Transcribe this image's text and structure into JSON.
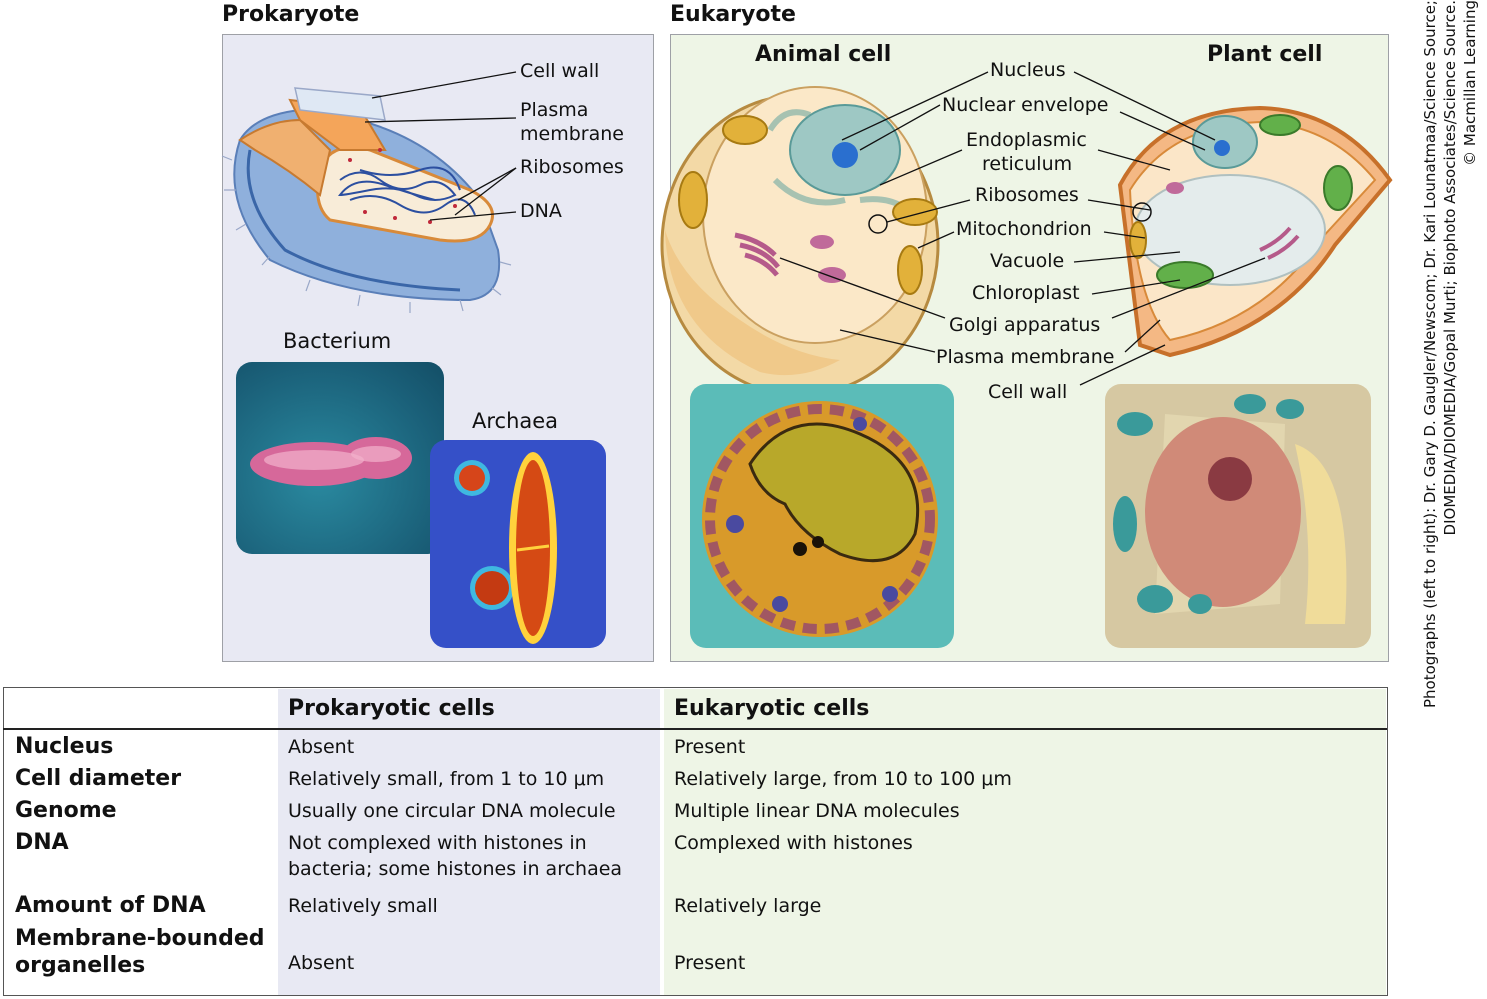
{
  "headings": {
    "prokaryote": "Prokaryote",
    "eukaryote": "Eukaryote",
    "animal_cell": "Animal cell",
    "plant_cell": "Plant cell"
  },
  "prokaryote_labels": {
    "cell_wall": "Cell wall",
    "plasma_membrane_1": "Plasma",
    "plasma_membrane_2": "membrane",
    "ribosomes": "Ribosomes",
    "dna": "DNA",
    "bacterium": "Bacterium",
    "archaea": "Archaea"
  },
  "eukaryote_labels": {
    "nucleus": "Nucleus",
    "nuclear_envelope": "Nuclear envelope",
    "er_1": "Endoplasmic",
    "er_2": "reticulum",
    "ribosomes": "Ribosomes",
    "mitochondrion": "Mitochondrion",
    "vacuole": "Vacuole",
    "chloroplast": "Chloroplast",
    "golgi": "Golgi apparatus",
    "plasma_membrane": "Plasma membrane",
    "cell_wall": "Cell wall"
  },
  "credit": {
    "line1": "Photographs (left to right): Dr. Gary D. Gaugler/Newscom; Dr. Kari Lounatmaa/Science Source;",
    "line2": "DIOMEDIA/DIOMEDIA/Gopal Murti; Biophoto Associates/Science Source.",
    "line3": "© Macmillan Learning"
  },
  "table": {
    "col_prokaryotic": "Prokaryotic cells",
    "col_eukaryotic": "Eukaryotic cells",
    "rows": [
      {
        "label": "Nucleus",
        "prokaryotic": "Absent",
        "eukaryotic": "Present"
      },
      {
        "label": "Cell diameter",
        "prokaryotic": "Relatively small, from 1 to 10 μm",
        "eukaryotic": "Relatively large, from 10 to 100 μm"
      },
      {
        "label": "Genome",
        "prokaryotic": "Usually one circular DNA molecule",
        "eukaryotic": "Multiple linear DNA molecules"
      },
      {
        "label": "DNA",
        "prokaryotic_1": "Not complexed with histones in",
        "prokaryotic_2": "bacteria; some histones in archaea",
        "eukaryotic": "Complexed with histones"
      },
      {
        "label": "Amount of DNA",
        "prokaryotic": "Relatively small",
        "eukaryotic": "Relatively large"
      },
      {
        "label_1": "Membrane-bounded",
        "label_2": "organelles",
        "prokaryotic": "Absent",
        "eukaryotic": "Present"
      }
    ]
  },
  "colors": {
    "prokaryote_panel": "#e8e9f3",
    "eukaryote_panel": "#eef5e6",
    "bacterium_bg": "#1f6f86",
    "archaea_bg": "#3d58c8"
  }
}
